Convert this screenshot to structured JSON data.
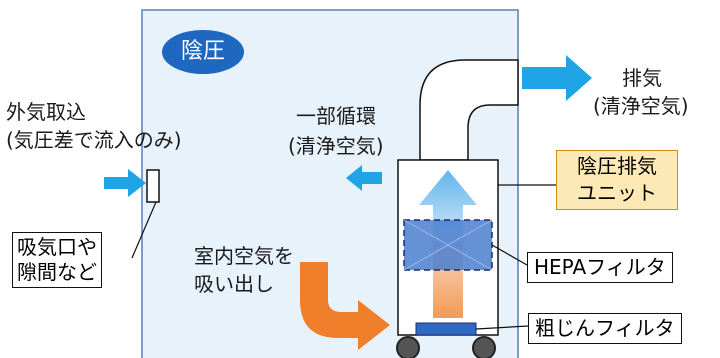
{
  "diagram": {
    "badge": "陰圧",
    "outside_air_intake": [
      "外気取込",
      "(気圧差で流入のみ)"
    ],
    "gap_note": [
      "吸気口や",
      "隙間など"
    ],
    "partial_recirculation": [
      "一部循環",
      "(清浄空気)"
    ],
    "exhaust": [
      "排気",
      "(清浄空気)"
    ],
    "room_air_suction": [
      "室内空気を",
      "吸い出し"
    ],
    "unit_label": [
      "陰圧排気",
      "ユニット"
    ],
    "hepa_filter": "HEPAフィルタ",
    "coarse_filter": "粗じんフィルタ"
  },
  "colors": {
    "room_fill": "#e8f2fb",
    "room_border": "#5b7fb0",
    "blue_arrow": "#1fa4e6",
    "orange_arrow": "#f07f2b",
    "badge_fill": "#1e68c0",
    "hepa_fill": "#4a7ed0",
    "unit_label_fill": "#fde9b6"
  }
}
